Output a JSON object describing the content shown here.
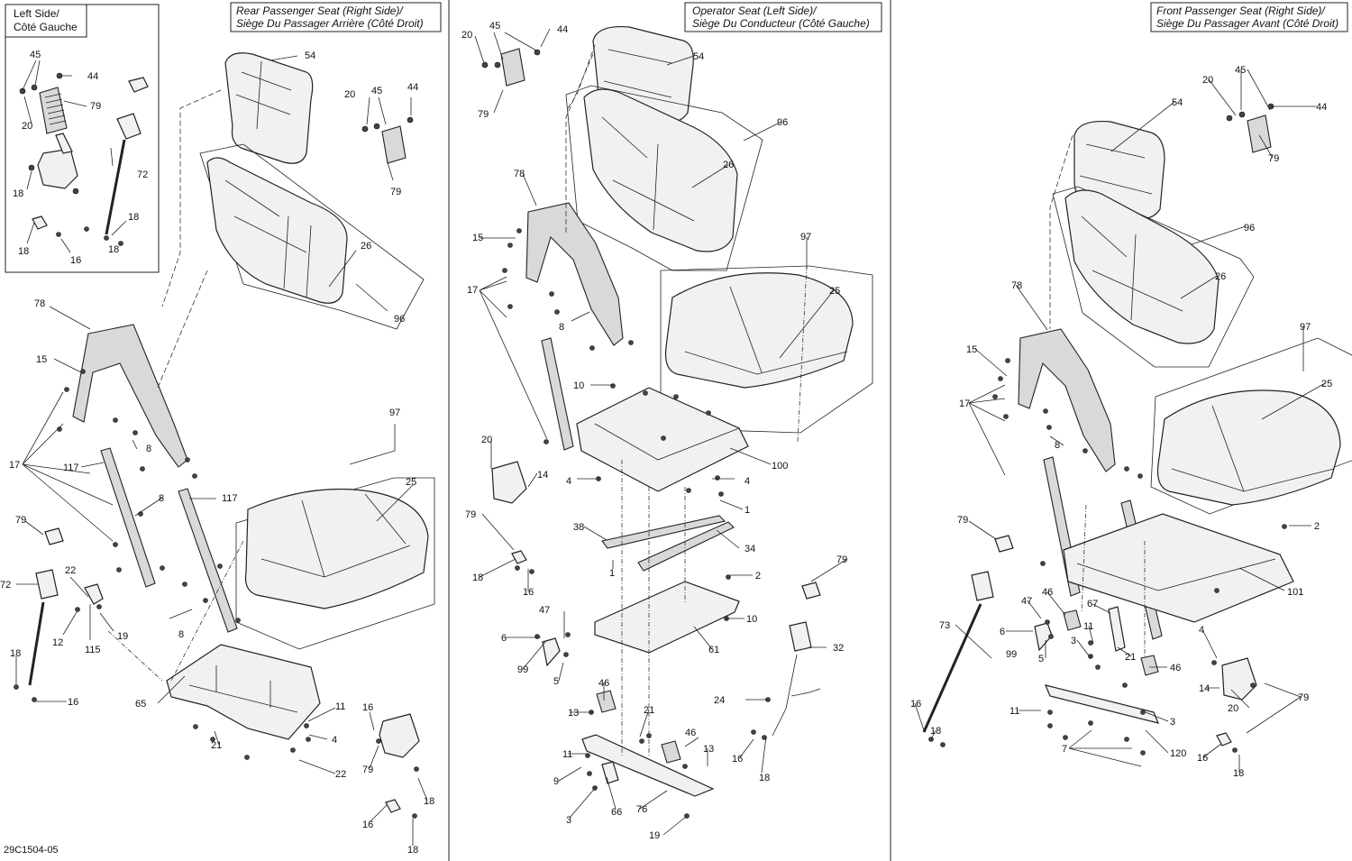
{
  "diagram_code": "29C1504-05",
  "panels": {
    "left_side": {
      "title_line1": "Left Side/",
      "title_line2": "Côté Gauche"
    },
    "rear_passenger": {
      "title_line1": "Rear Passenger Seat (Right Side)/",
      "title_line2": "Siège Du Passager Arrière (Côté Droit)"
    },
    "operator": {
      "title_line1": "Operator Seat (Left Side)/",
      "title_line2": "Siège Du Conducteur (Côté Gauche)"
    },
    "front_passenger": {
      "title_line1": "Front Passenger Seat (Right Side)/",
      "title_line2": "Siège Du Passager Avant (Côté Droit)"
    }
  },
  "callouts": {
    "left_side": [
      "45",
      "44",
      "79",
      "20",
      "72",
      "18",
      "18",
      "16"
    ],
    "rear": [
      "54",
      "20",
      "45",
      "44",
      "79",
      "26",
      "96",
      "78",
      "15",
      "17",
      "8",
      "117",
      "117",
      "8",
      "8",
      "79",
      "72",
      "22",
      "12",
      "115",
      "19",
      "18",
      "16",
      "97",
      "25",
      "65",
      "11",
      "4",
      "21",
      "22",
      "16",
      "79",
      "18",
      "16",
      "18"
    ],
    "operator": [
      "20",
      "45",
      "44",
      "54",
      "79",
      "96",
      "26",
      "78",
      "15",
      "17",
      "8",
      "97",
      "25",
      "10",
      "20",
      "14",
      "4",
      "4",
      "100",
      "79",
      "38",
      "1",
      "1",
      "34",
      "18",
      "16",
      "2",
      "79",
      "10",
      "61",
      "47",
      "6",
      "99",
      "5",
      "32",
      "46",
      "13",
      "24",
      "21",
      "46",
      "11",
      "13",
      "9",
      "3",
      "66",
      "76",
      "16",
      "18",
      "19"
    ],
    "front": [
      "54",
      "20",
      "45",
      "44",
      "79",
      "96",
      "26",
      "78",
      "15",
      "17",
      "8",
      "97",
      "25",
      "2",
      "79",
      "101",
      "73",
      "46",
      "67",
      "47",
      "6",
      "99",
      "11",
      "3",
      "5",
      "21",
      "46",
      "4",
      "14",
      "20",
      "79",
      "11",
      "3",
      "16",
      "18",
      "7",
      "120",
      "16",
      "18"
    ]
  }
}
